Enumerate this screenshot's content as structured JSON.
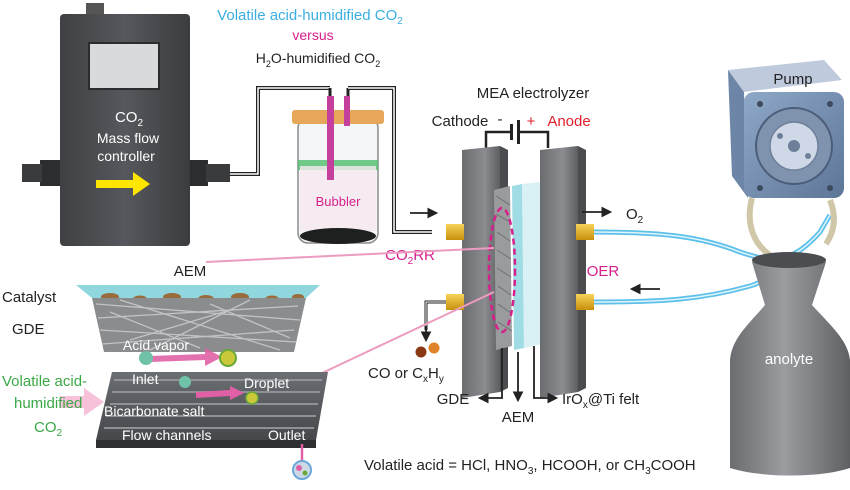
{
  "title": {
    "line1": "Volatile acid-humidified CO",
    "line1_sub": "2",
    "versus": "versus",
    "line3_pre": "H",
    "line3_sub": "2",
    "line3_mid": "O-humidified CO",
    "line3_sub2": "2"
  },
  "mfc": {
    "co2": "CO",
    "co2_sub": "2",
    "line2": "Mass flow",
    "line3": "controller"
  },
  "bubbler": {
    "label": "Bubbler"
  },
  "electrolyzer": {
    "title": "MEA electrolyzer",
    "cathode": "Cathode",
    "minus": "-",
    "plus": "+",
    "anode": "Anode",
    "co2rr": "CO",
    "co2rr_sub": "2",
    "co2rr_suffix": "RR",
    "oer": "OER",
    "o2": "O",
    "o2_sub": "2",
    "gde": "GDE",
    "aem": "AEM",
    "iro_pre": "IrO",
    "iro_sub": "x",
    "iro_post": "@Ti felt",
    "products_pre": "CO or C",
    "products_sub1": "x",
    "products_mid": "H",
    "products_sub2": "y"
  },
  "pump": {
    "label": "Pump"
  },
  "anolyte": {
    "label": "anolyte"
  },
  "inset": {
    "aem": "AEM",
    "catalyst": "Catalyst",
    "gde": "GDE",
    "acid_vapor": "Acid vapor",
    "volatile_line1": "Volatile acid-",
    "volatile_line2": "humidified",
    "volatile_line3": "CO",
    "volatile_line3_sub": "2",
    "inlet": "Inlet",
    "droplet": "Droplet",
    "bicarbonate": "Bicarbonate salt",
    "flow_channels": "Flow channels",
    "outlet": "Outlet"
  },
  "footer": {
    "pre": "Volatile acid = HCl, HNO",
    "sub1": "3",
    "mid": ", HCOOH, or CH",
    "sub2": "3",
    "post": "COOH"
  },
  "colors": {
    "title_blue": "#3aaee0",
    "versus_magenta": "#d6208c",
    "anode_red": "#e0202a",
    "green_label": "#3aa845",
    "pink_label": "#d6208c",
    "tube_blue": "#5cc0ea",
    "device_gray": "#5a5c5f",
    "aem_cyan": "#8fd6de",
    "brass": "#e8b21a"
  }
}
